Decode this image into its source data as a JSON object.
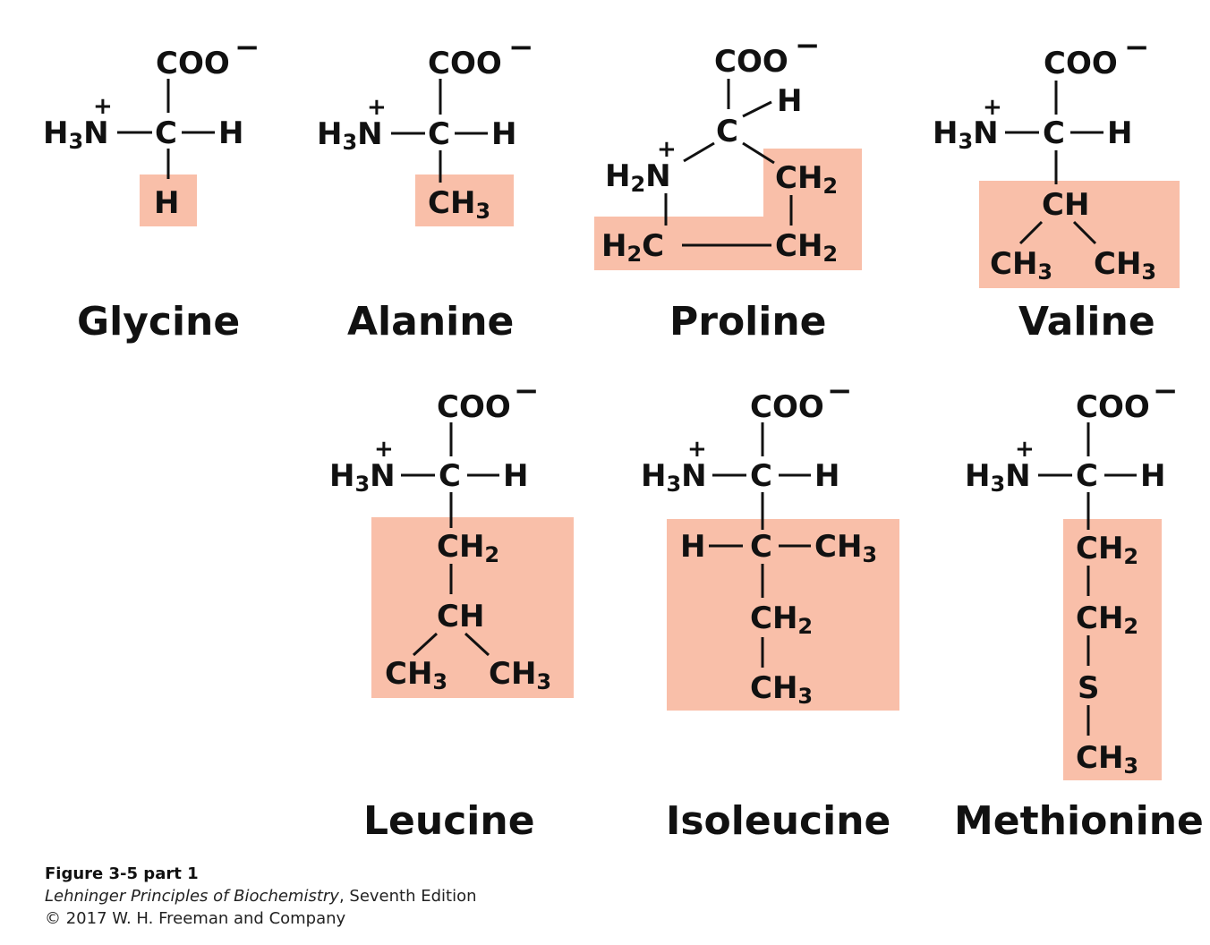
{
  "structures": {
    "glycine": {
      "name": "Glycine"
    },
    "alanine": {
      "name": "Alanine"
    },
    "proline": {
      "name": "Proline"
    },
    "valine": {
      "name": "Valine"
    },
    "leucine": {
      "name": "Leucine"
    },
    "isoleucine": {
      "name": "Isoleucine"
    },
    "methionine": {
      "name": "Methionine"
    }
  },
  "labels": {
    "carboxylate": "COO",
    "minus": "−",
    "plus": "+",
    "alpha_carbon": "C",
    "hydrogen": "H",
    "nitrogen": "N",
    "sulfur": "S",
    "amino_prefix": "H",
    "sub3": "3",
    "sub2": "2",
    "methyl": "CH",
    "methylene": "CH",
    "methine": "CH",
    "h2c_h": "H",
    "h2c_c": "C"
  },
  "highlight_color": "#f9bfa9",
  "caption": {
    "figure": "Figure 3-5 part 1",
    "book": "Lehninger Principles of Biochemistry",
    "edition": ", Seventh Edition",
    "copyright": "© 2017 W. H. Freeman and Company"
  }
}
